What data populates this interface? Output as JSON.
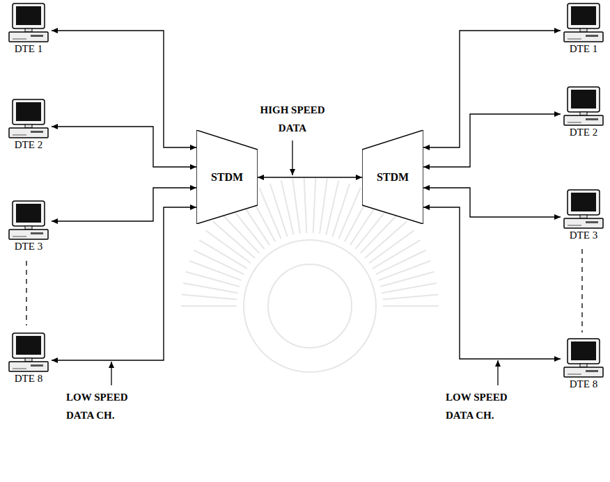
{
  "diagram": {
    "nodes": [
      {
        "text": [
          "DTE 1"
        ]
      },
      {
        "text": [
          "DTE 2"
        ]
      },
      {
        "text": [
          "DTE 3"
        ]
      },
      {
        "text": [
          "DTE 8"
        ]
      },
      {
        "text": [
          "STDM"
        ]
      },
      {
        "text": [
          "STDM"
        ]
      },
      {
        "text": [
          "DTE 1"
        ]
      },
      {
        "text": [
          "DTE 2"
        ]
      },
      {
        "text": [
          "DTE 3"
        ]
      },
      {
        "text": [
          "DTE 8"
        ]
      }
    ],
    "edges": [
      {
        "from": 0,
        "to": 4,
        "arrow": "both"
      },
      {
        "from": 1,
        "to": 4,
        "arrow": "both"
      },
      {
        "from": 2,
        "to": 4,
        "arrow": "both"
      },
      {
        "from": 3,
        "to": 4,
        "arrow": "both"
      },
      {
        "from": 4,
        "to": 5,
        "arrow": "both"
      },
      {
        "from": 6,
        "to": 5,
        "arrow": "both"
      },
      {
        "from": 7,
        "to": 5,
        "arrow": "both"
      },
      {
        "from": 8,
        "to": 5,
        "arrow": "both"
      },
      {
        "from": 9,
        "to": 5,
        "arrow": "both"
      }
    ],
    "labels": [
      "HIGH SPEED DATA",
      "LOW SPEED DATA CH.",
      "LOW SPEED DATA CH."
    ]
  }
}
